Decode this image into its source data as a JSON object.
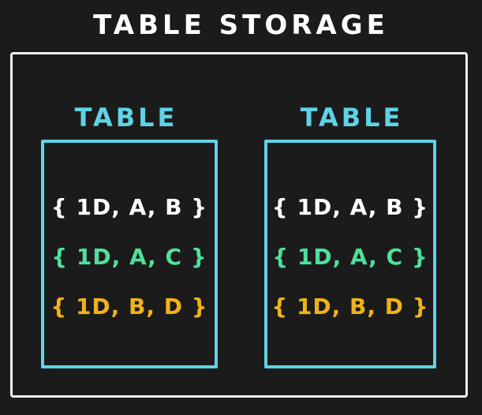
{
  "title": "TABLE STORAGE",
  "tables": [
    {
      "label": "TABLE",
      "rows": [
        {
          "text": "{ 1D, A, B }",
          "color": "#ffffff"
        },
        {
          "text": "{ 1D, A, C }",
          "color": "#4fe09a"
        },
        {
          "text": "{ 1D, B, D }",
          "color": "#f0b21a"
        }
      ]
    },
    {
      "label": "TABLE",
      "rows": [
        {
          "text": "{ 1D, A, B }",
          "color": "#ffffff"
        },
        {
          "text": "{ 1D, A, C }",
          "color": "#4fe09a"
        },
        {
          "text": "{ 1D, B, D }",
          "color": "#f0b21a"
        }
      ]
    }
  ],
  "colors": {
    "background": "#1b1b1b",
    "outline": "#f2f2f2",
    "table_accent": "#5ed3e6"
  }
}
